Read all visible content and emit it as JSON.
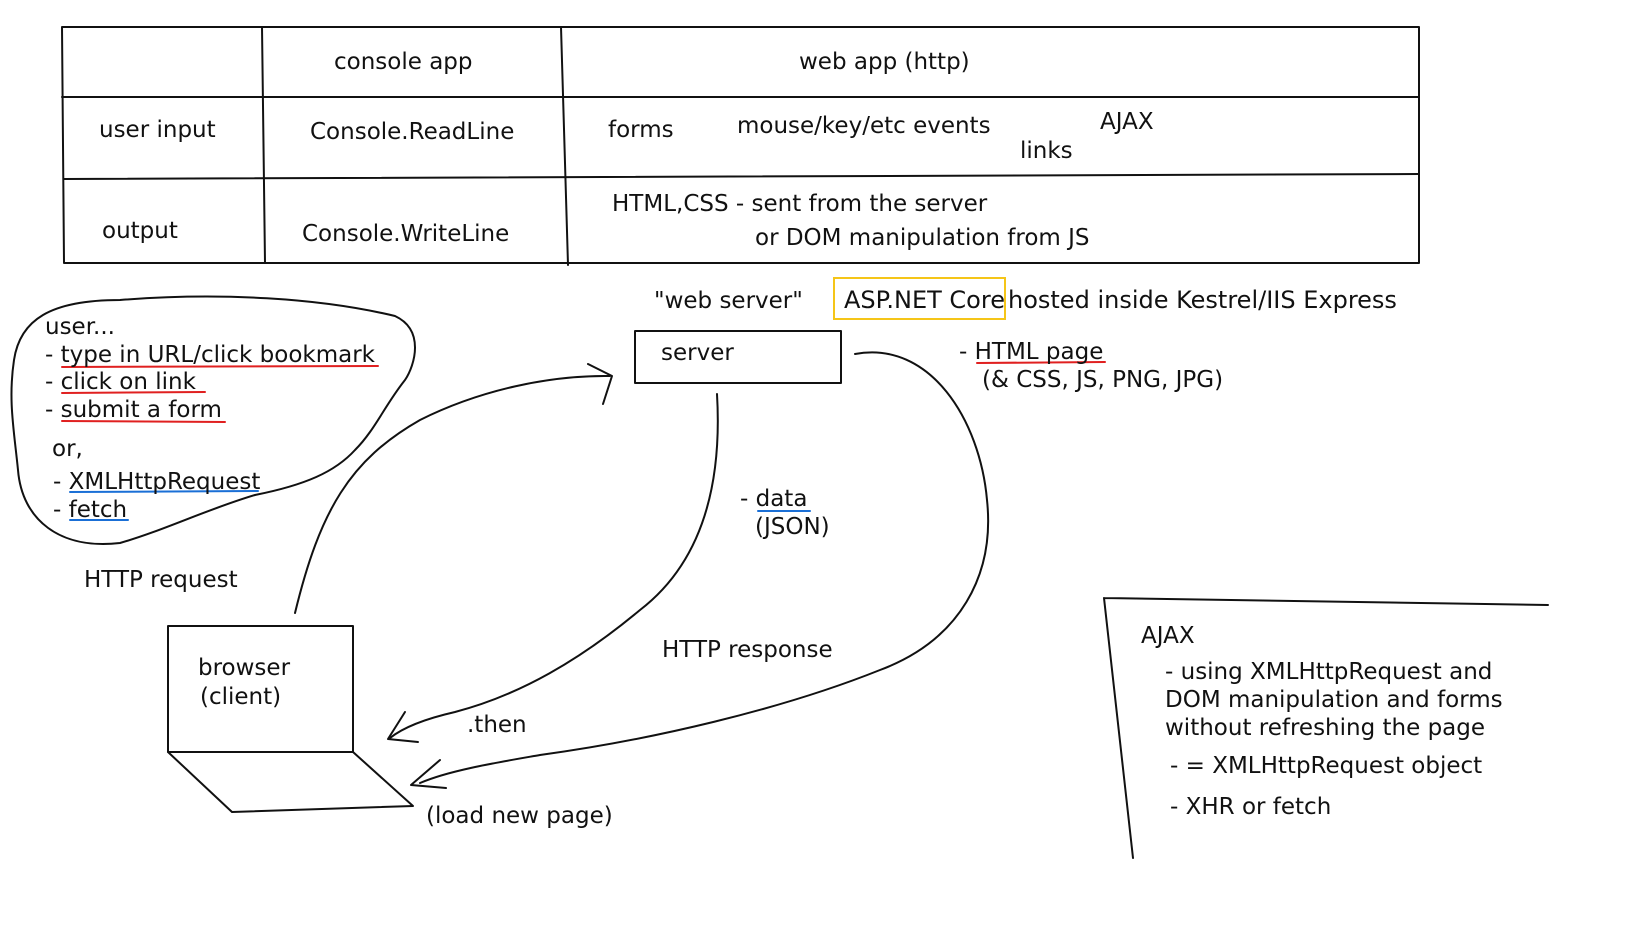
{
  "table": {
    "headers": [
      "",
      "console app",
      "web app (http)"
    ],
    "rows": [
      {
        "label": "user input",
        "console": "Console.ReadLine",
        "web": [
          "forms",
          "mouse/key/etc events",
          "AJAX",
          "links"
        ]
      },
      {
        "label": "output",
        "console": "Console.WriteLine",
        "web": [
          "HTML,CSS - sent from the server",
          "or DOM manipulation from JS"
        ]
      }
    ]
  },
  "server": {
    "caption": "\"web server\"",
    "highlight": "ASP.NET Core",
    "hosting": "hosted inside Kestrel/IIS Express",
    "box_label": "server",
    "highlight_color": "#f5c518"
  },
  "user_actions": {
    "title": "user...",
    "items": [
      "- type in URL/click bookmark",
      "- click on link",
      "- submit a form"
    ],
    "or_label": "or,",
    "js_items": [
      "- XMLHttpRequest",
      "- fetch"
    ],
    "underline_red": "#e02020",
    "underline_blue": "#1a6fd6"
  },
  "labels": {
    "http_request": "HTTP request",
    "http_response": "HTTP response",
    "data": "- data",
    "json": "(JSON)",
    "html_page": "- HTML page",
    "html_assets": "(& CSS, JS, PNG, JPG)",
    "then": ".then",
    "load_new_page": "(load new page)"
  },
  "browser": {
    "line1": "browser",
    "line2": "(client)"
  },
  "ajax_note": {
    "title": "AJAX",
    "lines": [
      "- using XMLHttpRequest and",
      "DOM manipulation and forms",
      "without refreshing the page",
      "- = XMLHttpRequest object",
      "- XHR or fetch"
    ]
  }
}
